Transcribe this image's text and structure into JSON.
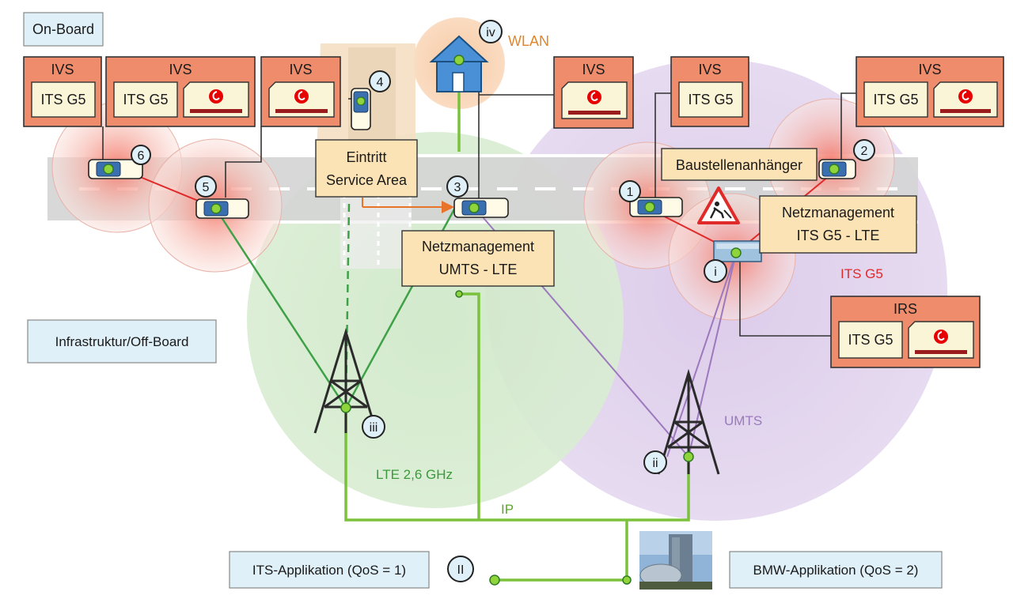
{
  "labels": {
    "on_board": "On-Board",
    "infrastructure": "Infrastruktur/Off-Board",
    "wlan": "WLAN",
    "lte": "LTE 2,6 GHz",
    "umts": "UMTS",
    "its_g5": "ITS G5",
    "ip": "IP",
    "entry_line1": "Eintritt",
    "entry_line2": "Service Area",
    "construction_trailer": "Baustellenanhänger",
    "netmgmt_left_line1": "Netzmanagement",
    "netmgmt_left_line2": "UMTS - LTE",
    "netmgmt_right_line1": "Netzmanagement",
    "netmgmt_right_line2": "ITS G5 - LTE",
    "its_app": "ITS-Applikation (QoS = 1)",
    "bmw_app": "BMW-Applikation (QoS = 2)"
  },
  "units": [
    {
      "title": "IVS",
      "inner": "ITS G5",
      "vodafone": false
    },
    {
      "title": "IVS",
      "inner": "ITS G5",
      "vodafone": true
    },
    {
      "title": "IVS",
      "inner": "",
      "vodafone": true
    },
    {
      "title": "IVS",
      "inner": "",
      "vodafone": true
    },
    {
      "title": "IVS",
      "inner": "ITS G5",
      "vodafone": false
    },
    {
      "title": "IVS",
      "inner": "ITS G5",
      "vodafone": true
    },
    {
      "title": "IRS",
      "inner": "ITS G5",
      "vodafone": true
    }
  ],
  "markers": {
    "car1": "1",
    "car2": "2",
    "car3": "3",
    "car4": "4",
    "car5": "5",
    "car6": "6",
    "rsu": "i",
    "umts_tower": "ii",
    "lte_tower": "iii",
    "wlan": "iv",
    "app": "II"
  },
  "colors": {
    "unit_fill": "#ee8c6c",
    "unit_inner": "#fbf5d8",
    "label_fill": "#fbe3b5",
    "label_blue": "#dff0f8",
    "lte_green": "#4aa84a",
    "umts_purple": "#a07cc0",
    "its_red": "#e02a2a",
    "ip_green": "#7bc23c"
  }
}
